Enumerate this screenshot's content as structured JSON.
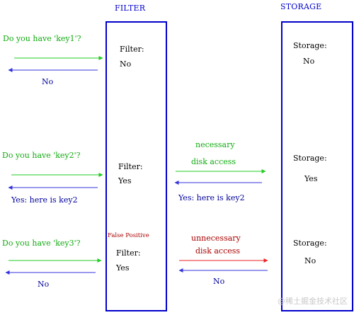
{
  "headers": {
    "filter": "FILTER",
    "storage": "STORAGE"
  },
  "row1": {
    "question": "Do you have 'key1'?",
    "filter_label": "Filter:",
    "filter_value": "No",
    "reply": "No",
    "storage_label": "Storage:",
    "storage_value": "No"
  },
  "row2": {
    "question": "Do you have 'key2'?",
    "filter_label": "Filter:",
    "filter_value": "Yes",
    "reply": "Yes: here is key2",
    "access_line1": "necessary",
    "access_line2": "disk access",
    "storage_reply": "Yes: here is key2",
    "storage_label": "Storage:",
    "storage_value": "Yes"
  },
  "row3": {
    "question": "Do you have 'key3'?",
    "false_positive": "False Positive",
    "filter_label": "Filter:",
    "filter_value": "Yes",
    "reply": "No",
    "access_line1": "unnecessary",
    "access_line2": "disk access",
    "storage_reply": "No",
    "storage_label": "Storage:",
    "storage_value": "No"
  },
  "colors": {
    "request_arrow": "#22cc22",
    "reply_arrow": "#3333dd",
    "unnecessary_arrow": "#ee2222",
    "border": "#0000cc"
  },
  "watermark": "@稀土掘金技术社区"
}
